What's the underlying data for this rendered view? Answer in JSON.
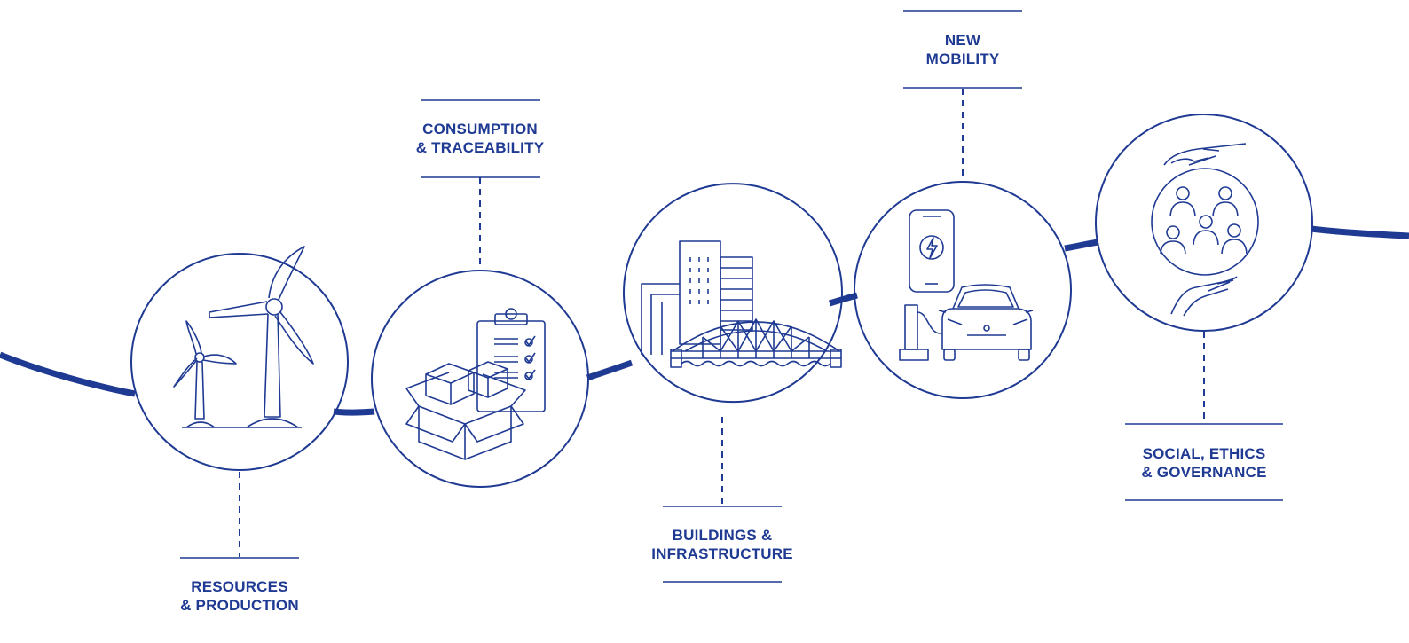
{
  "colors": {
    "accent": "#1f3a93",
    "background": "#ffffff"
  },
  "topics": [
    {
      "id": "resources",
      "line1": "RESOURCES",
      "line2": "& PRODUCTION",
      "icon": "wind-turbines-icon"
    },
    {
      "id": "consumption",
      "line1": "CONSUMPTION",
      "line2": "& TRACEABILITY",
      "icon": "boxes-checklist-icon"
    },
    {
      "id": "buildings",
      "line1": "BUILDINGS &",
      "line2": "INFRASTRUCTURE",
      "icon": "city-bridge-icon"
    },
    {
      "id": "mobility",
      "line1": "NEW",
      "line2": "MOBILITY",
      "icon": "electric-car-charging-icon"
    },
    {
      "id": "social",
      "line1": "SOCIAL, ETHICS",
      "line2": "& GOVERNANCE",
      "icon": "people-hands-icon"
    }
  ]
}
